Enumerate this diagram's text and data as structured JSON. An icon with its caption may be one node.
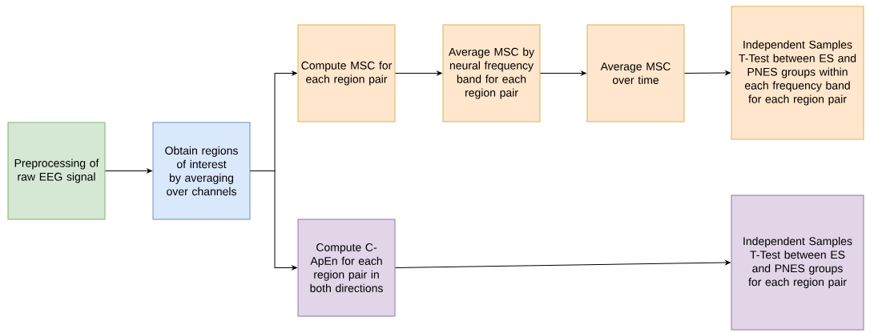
{
  "diagram": {
    "nodes": [
      {
        "text": [
          "Preprocessing of raw EEG signal"
        ]
      },
      {
        "text": [
          "Obtain regions of interest by averaging over channels"
        ]
      },
      {
        "text": [
          "Compute MSC for each region pair"
        ]
      },
      {
        "text": [
          "Average MSC by neural frequency band for each region pair"
        ]
      },
      {
        "text": [
          "Average MSC over time"
        ]
      },
      {
        "text": [
          "Independent Samples T-Test between ES and PNES groups within each frequency band for each region pair"
        ]
      },
      {
        "text": [
          "Compute C-ApEn for each region pair in both directions"
        ]
      },
      {
        "text": [
          "Independent Samples T-Test between ES and PNES groups for each region pair"
        ]
      }
    ],
    "edges": [
      {
        "from": 0,
        "to": 1,
        "arrow": "to"
      },
      {
        "from": 1,
        "to": 2,
        "arrow": "to"
      },
      {
        "from": 1,
        "to": 6,
        "arrow": "to"
      },
      {
        "from": 2,
        "to": 3,
        "arrow": "to"
      },
      {
        "from": 3,
        "to": 4,
        "arrow": "to"
      },
      {
        "from": 4,
        "to": 5,
        "arrow": "to"
      },
      {
        "from": 6,
        "to": 7,
        "arrow": "to"
      }
    ]
  }
}
